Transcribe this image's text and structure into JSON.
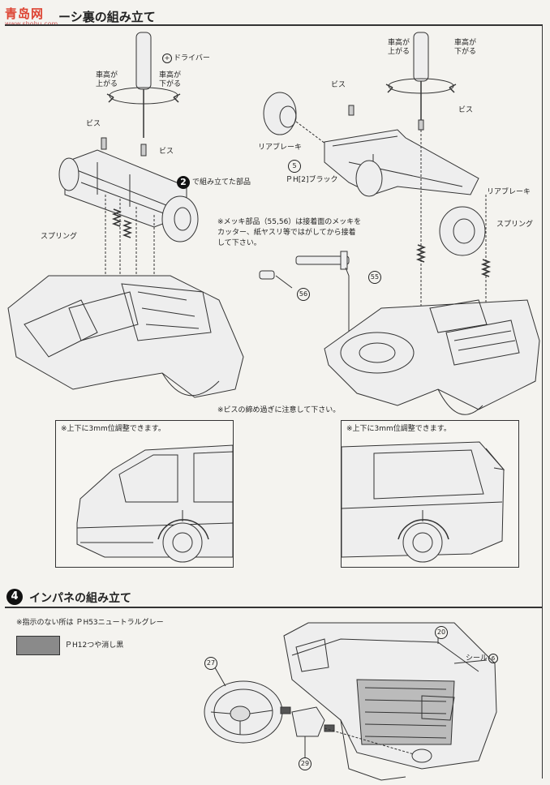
{
  "watermark": {
    "brand": "青岛网",
    "url": "www.shohu.com"
  },
  "section3": {
    "title": "ーシ裏の組み立て",
    "left": {
      "driver_label": "ドライバー",
      "up_label": "車高が\n上がる",
      "down_label": "車高が\n下がる",
      "screw1": "ビス",
      "screw2": "ビス",
      "spring": "スプリング",
      "step2_text": "で組み立てた部品"
    },
    "right": {
      "up_label": "車高が\n上がる",
      "down_label": "車高が\n下がる",
      "screw1": "ビス",
      "screw2": "ビス",
      "rear_brake_left": "リアブレーキ",
      "part5_label": "ブラック",
      "part5_paint": "H[2]",
      "rear_brake_right": "リアブレーキ",
      "spring": "スプリング"
    },
    "mekki_note": "※メッキ部品（55,56）は接着面のメッキを\nカッター、紙ヤスリ等ではがしてから接着\nして下さい。",
    "screw_note": "※ビスの締め過ぎに注意して下さい。",
    "adjust_left": "※上下に3mm位調整できます。",
    "adjust_right": "※上下に3mm位調整できます。",
    "part_numbers": {
      "p5": "5",
      "p55": "55",
      "p56": "56",
      "step2": "2"
    }
  },
  "section4": {
    "step_number": "4",
    "title": "インパネの組み立て",
    "note": "※指示のない所は",
    "note_paint": "H53",
    "note_color": "ニュートラルグレー",
    "swatch_paint": "H12",
    "swatch_color": "つや消し黒",
    "seal_label": "シール",
    "seal_number": "6",
    "parts": {
      "p20": "20",
      "p27": "27",
      "p29": "29"
    }
  },
  "colors": {
    "swatch": "#8a8a8a",
    "ink": "#222222",
    "paper": "#f4f3ef"
  }
}
